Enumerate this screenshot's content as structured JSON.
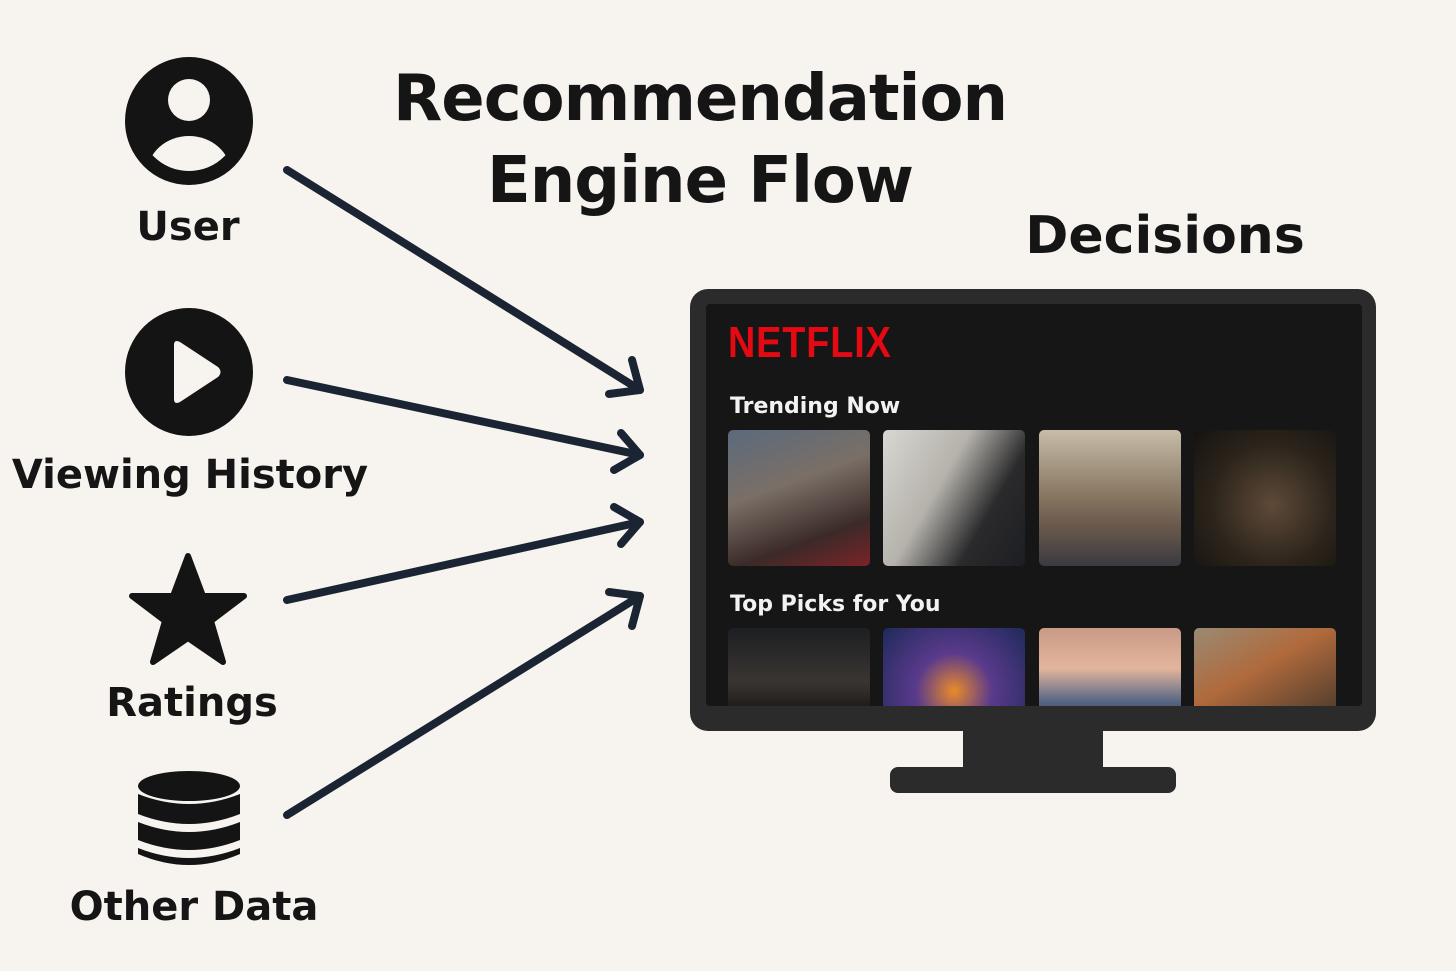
{
  "title_line1": "Recommendation",
  "title_line2": "Engine Flow",
  "inputs": [
    {
      "label": "User",
      "icon": "user-icon"
    },
    {
      "label": "Viewing History",
      "icon": "play-icon"
    },
    {
      "label": "Ratings",
      "icon": "star-icon"
    },
    {
      "label": "Other Data",
      "icon": "database-icon"
    }
  ],
  "output_label": "Decisions",
  "tv": {
    "brand": "NETFLIX",
    "brand_color": "#e50914",
    "rows": [
      {
        "title": "Trending Now"
      },
      {
        "title": "Top Picks for You"
      }
    ]
  },
  "colors": {
    "background": "#f7f4ef",
    "arrow": "#1b2433",
    "icon": "#141414"
  }
}
